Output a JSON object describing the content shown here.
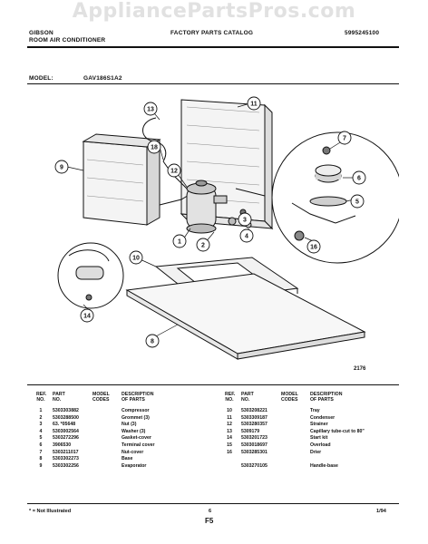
{
  "watermark": "AppliancePartsPros.com",
  "header": {
    "brand": "GIBSON",
    "product": "ROOM AIR CONDITIONER",
    "catalog": "FACTORY PARTS CATALOG",
    "pub_number": "5995245100",
    "model_label": "MODEL:",
    "model_value": "GAV186S1A2"
  },
  "figure": {
    "number": "2176",
    "callouts": [
      "1",
      "2",
      "3",
      "4",
      "5",
      "6",
      "7",
      "8",
      "9",
      "10",
      "11",
      "12",
      "13",
      "14",
      "16",
      "18"
    ]
  },
  "table": {
    "headers": {
      "ref": "REF.\nNO.",
      "part": "PART\nNO.",
      "code": "MODEL\nCODES",
      "desc": "DESCRIPTION\nOF PARTS"
    },
    "left_rows": [
      {
        "ref": "1",
        "part": "5303303882",
        "code": "",
        "desc": "Compressor"
      },
      {
        "ref": "2",
        "part": "5303288500",
        "code": "",
        "desc": "Grommet (3)"
      },
      {
        "ref": "3",
        "part": "63. *05648",
        "code": "",
        "desc": "Nut (3)"
      },
      {
        "ref": "4",
        "part": "5303002564",
        "code": "",
        "desc": "Washer (3)"
      },
      {
        "ref": "5",
        "part": "5303272296",
        "code": "",
        "desc": "Gasket-cover"
      },
      {
        "ref": "6",
        "part": "3906530",
        "code": "",
        "desc": "Terminal cover"
      },
      {
        "ref": "7",
        "part": "5303211017",
        "code": "",
        "desc": "Nut-cover"
      },
      {
        "ref": "8",
        "part": "5303302273",
        "code": "",
        "desc": "Base"
      },
      {
        "ref": "9",
        "part": "5303302256",
        "code": "",
        "desc": "Evaporator"
      }
    ],
    "right_rows": [
      {
        "ref": "10",
        "part": "5303208221",
        "code": "",
        "desc": "Tray"
      },
      {
        "ref": "11",
        "part": "5303309187",
        "code": "",
        "desc": "Condenser"
      },
      {
        "ref": "12",
        "part": "5303280357",
        "code": "",
        "desc": "Strainer"
      },
      {
        "ref": "13",
        "part": "5309179",
        "code": "",
        "desc": "Capillary tube-cut to 80\""
      },
      {
        "ref": "14",
        "part": "5303201723",
        "code": "",
        "desc": "Start kit"
      },
      {
        "ref": "15",
        "part": "5303018697",
        "code": "",
        "desc": "Overload"
      },
      {
        "ref": "16",
        "part": "5303285301",
        "code": "",
        "desc": "Drier"
      },
      {
        "ref": "",
        "part": "",
        "code": "",
        "desc": ""
      },
      {
        "ref": "",
        "part": "5303270105",
        "code": "",
        "desc": "Handle-base"
      }
    ]
  },
  "footer": {
    "note": "* = Not Illustrated",
    "page": "6",
    "section": "F5",
    "date": "1/94"
  }
}
